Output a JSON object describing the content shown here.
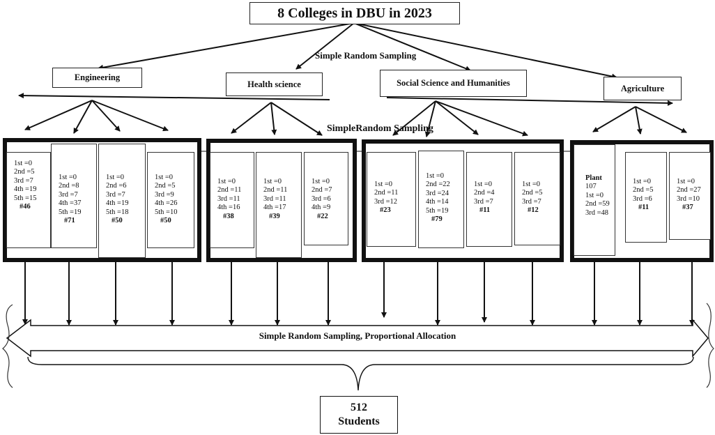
{
  "title": "8 Colleges in DBU in 2023",
  "sampling_label_top": "Simple Random Sampling",
  "sampling_label_mid": "SimpleRandom Sampling",
  "sampling_label_bottom": "Simple Random Sampling, Proportional Allocation",
  "colleges": [
    "Engineering",
    "Health science",
    "Social Science and Humanities",
    "Agriculture"
  ],
  "departments": [
    {
      "lines": [
        "1st =0",
        "2nd =5",
        "3rd =7",
        "4th =19",
        "5th =15"
      ],
      "total": "#46"
    },
    {
      "lines": [
        "1st =0",
        "2nd =8",
        "3rd =7",
        "4th =37",
        "5th =19"
      ],
      "total": "#71"
    },
    {
      "lines": [
        "1st =0",
        "2nd =6",
        "3rd =7",
        "4th =19",
        "5th =18"
      ],
      "total": "#50"
    },
    {
      "lines": [
        "1st =0",
        "2nd =5",
        "3rd =9",
        "4th =26",
        "5th =10"
      ],
      "total": "#50"
    },
    {
      "lines": [
        "1st =0",
        "2nd =11",
        "3rd =11",
        "4th =16"
      ],
      "total": "#38"
    },
    {
      "lines": [
        "1st =0",
        "2nd =11",
        "3rd =11",
        "4th =17"
      ],
      "total": "#39"
    },
    {
      "lines": [
        "1st =0",
        "2nd =7",
        "3rd =6",
        "4th =9"
      ],
      "total": "#22"
    },
    {
      "lines": [
        "1st =0",
        "2nd =11",
        "3rd =12"
      ],
      "total": "#23"
    },
    {
      "lines": [
        "1st =0",
        "2nd =22",
        "3rd =24",
        "4th =14",
        "5th =19"
      ],
      "total": "#79"
    },
    {
      "lines": [
        "1st =0",
        "2nd =4",
        "3rd =7"
      ],
      "total": "#11"
    },
    {
      "lines": [
        "1st =0",
        "2nd =5",
        "3rd =7"
      ],
      "total": "#12"
    },
    {
      "title": "Plant",
      "lines": [
        "107",
        "1st =0",
        "2nd =59",
        "3rd =48"
      ],
      "total": ""
    },
    {
      "lines": [
        "1st =0",
        "2nd =5",
        "3rd =6"
      ],
      "total": "#11"
    },
    {
      "lines": [
        "1st =0",
        "2nd =27",
        "3rd =10"
      ],
      "total": "#37"
    }
  ],
  "result": {
    "value": "512",
    "unit": "Students"
  }
}
